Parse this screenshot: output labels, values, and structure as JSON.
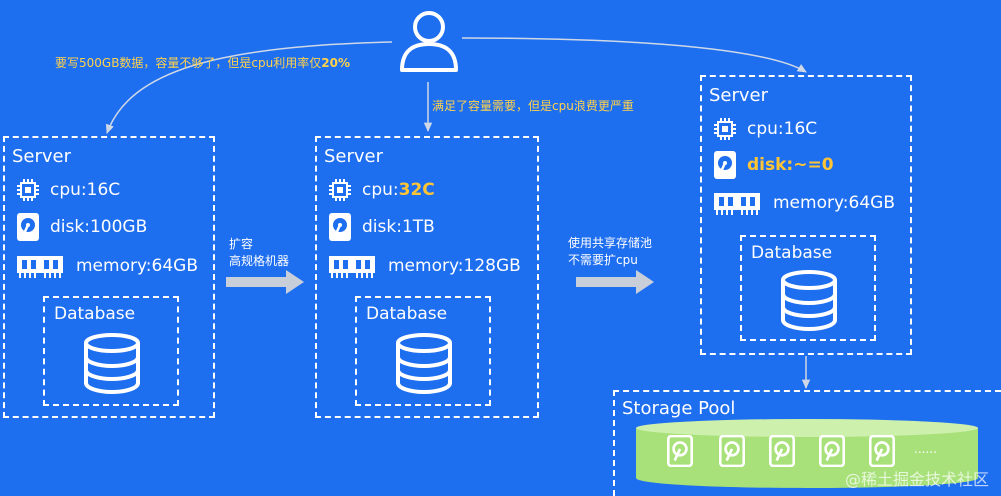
{
  "top_note_left": "要写500GB数据，容量不够了，但是cpu利用率仅",
  "top_note_left_pct": "20%",
  "top_note_mid": "满足了容量需要，但是cpu浪费更严重",
  "server1": {
    "title": "Server",
    "cpu_label": "cpu: ",
    "cpu_value": "16C",
    "disk_label": "disk: ",
    "disk_value": "100GB",
    "memory_label": "memory: ",
    "memory_value": "64GB",
    "db_label": "Database"
  },
  "arrow1": {
    "line1": "扩容",
    "line2": "高规格机器"
  },
  "server2": {
    "title": "Server",
    "cpu_label": "cpu: ",
    "cpu_value": "32C",
    "disk_label": "disk: ",
    "disk_value": "1TB",
    "memory_label": "memory: ",
    "memory_value": "128GB",
    "db_label": "Database"
  },
  "arrow2": {
    "line1": "使用共享存储池",
    "line2": "不需要扩cpu"
  },
  "server3": {
    "title": "Server",
    "cpu_label": "cpu: ",
    "cpu_value": "16C",
    "disk_label": "disk: ",
    "disk_value": "~=0",
    "memory_label": "memory: ",
    "memory_value": "64GB",
    "db_label": "Database"
  },
  "storage_pool": {
    "title": "Storage Pool",
    "ellipsis": "......"
  },
  "watermark": "@稀土掘金技术社区",
  "colors": {
    "background": "#1e6ef0",
    "highlight": "#ffc535",
    "note": "#ffd24a",
    "pool": "#a8e07a"
  }
}
